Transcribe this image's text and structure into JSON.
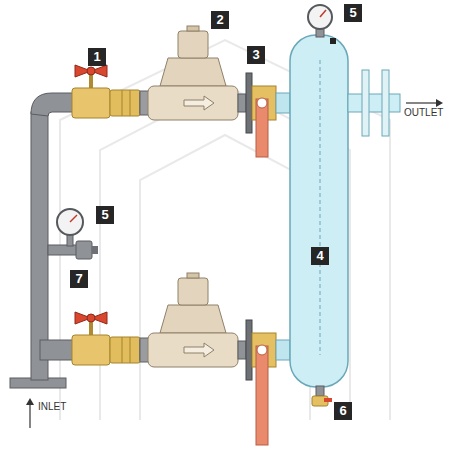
{
  "diagram": {
    "labels": [
      "1",
      "2",
      "3",
      "4",
      "5",
      "5",
      "6",
      "7",
      "OUTLET",
      "INLET"
    ]
  }
}
